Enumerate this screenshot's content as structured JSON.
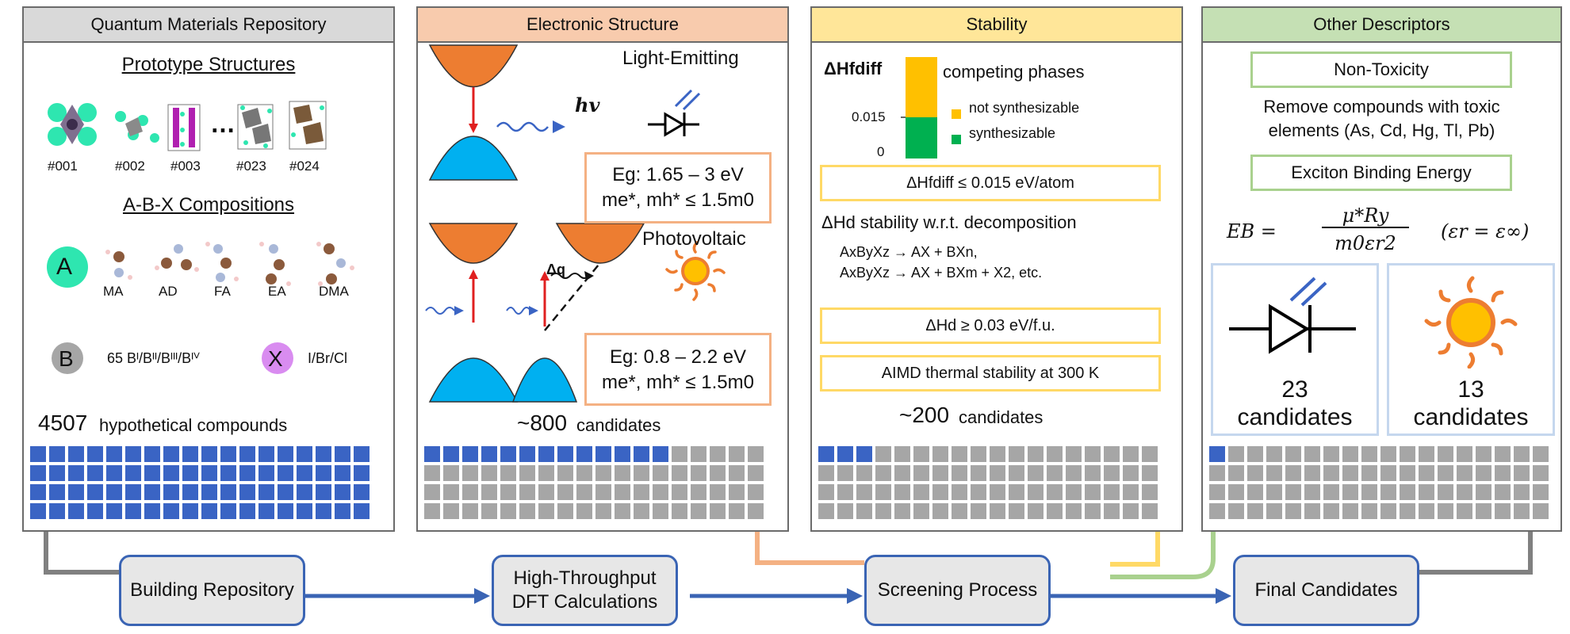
{
  "panels": {
    "repo": {
      "header": "Quantum Materials Repository",
      "prototype_title": "Prototype Structures",
      "structures": [
        "#001",
        "#002",
        "#003",
        "#023",
        "#024"
      ],
      "ellipsis": "…",
      "abx_title": "A-B-X Compositions",
      "a_label": "A",
      "molecules": [
        "MA",
        "AD",
        "FA",
        "EA",
        "DMA"
      ],
      "b_label": "B",
      "b_text": "65 Bᴵ/Bᴵᴵ/Bᴵᴵᴵ/Bᴵⱽ",
      "x_label": "X",
      "x_text": "I/Br/Cl",
      "count": "4507",
      "count_text": "hypothetical compounds"
    },
    "electronic": {
      "header": "Electronic Structure",
      "light_title": "Light-Emitting",
      "hv": "hv",
      "light_crit1": "Eg: 1.65 – 3 eV",
      "light_crit2": "me*, mh* ≤ 1.5m0",
      "pv_title": "Photovoltaic",
      "dq": "Δq",
      "pv_crit1": "Eg: 0.8 – 2.2 eV",
      "pv_crit2": "me*, mh* ≤ 1.5m0",
      "count": "~800",
      "count_text": "candidates"
    },
    "stability": {
      "header": "Stability",
      "hf_label": "ΔHfdiff",
      "bar_tick_high": "0.015",
      "bar_tick_low": "0",
      "competing": "competing phases",
      "not_synth": "not synthesizable",
      "synth": "synthesizable",
      "crit1": "ΔHfdiff ≤ 0.015 eV/atom",
      "hd_line": "ΔHd stability w.r.t. decomposition",
      "eq1": "AxByXz → AX + BXn,",
      "eq2": "AxByXz → AX + BXm + X2, etc.",
      "crit2": "ΔHd ≥ 0.03 eV/f.u.",
      "crit3": "AIMD thermal stability at 300 K",
      "count": "~200",
      "count_text": "candidates"
    },
    "other": {
      "header": "Other Descriptors",
      "tox_title": "Non-Toxicity",
      "tox_text1": "Remove compounds with toxic",
      "tox_text2": "elements (As, Cd, Hg, Tl, Pb)",
      "exciton_title": "Exciton Binding Energy",
      "formula_lhs": "EB =",
      "formula_num": "μ*Ry",
      "formula_den": "m0εr2",
      "formula_cond": "(εr = ε∞)",
      "led_count": "23",
      "led_text": "candidates",
      "pv_count": "13",
      "pv_text": "candidates"
    }
  },
  "flow": [
    "Building Repository",
    "High-Throughput DFT Calculations",
    "Screening Process",
    "Final Candidates"
  ],
  "grid_fill": {
    "repo": 1.0,
    "electronic": 0.1775,
    "stability": 0.0444,
    "other": 0.008
  },
  "colors": {
    "blue": "#3a64c4",
    "gray": "#a6a6a6",
    "orange_band": "#ed7d31",
    "blue_band": "#00b0f0",
    "header_repo": "#d9d9d9",
    "header_electronic": "#f8cbad",
    "header_stability": "#ffe699",
    "header_other": "#c5e0b4",
    "crit_orange": "#f4b183",
    "crit_yellow": "#ffd966",
    "crit_green": "#a9d18e",
    "bar_yellow": "#ffc000",
    "bar_green": "#00b050",
    "a_green": "#2ee6b0",
    "x_purple": "#d98cf0"
  }
}
